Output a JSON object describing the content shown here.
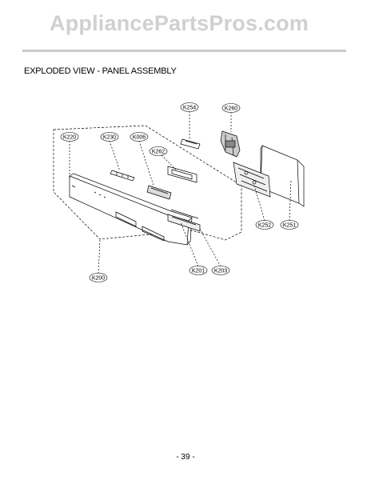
{
  "watermark": "AppliancePartsPros.com",
  "section_title": "EXPLODED VIEW - PANEL ASSEMBLY",
  "page_number": "- 39 -",
  "callouts": {
    "k254": "K254",
    "k260": "K260",
    "k220": "K220",
    "k230": "K230",
    "k006": "K006",
    "k262": "K262",
    "k252": "K252",
    "k251": "K251",
    "k201": "K201",
    "k203": "K203",
    "k200": "K200"
  }
}
